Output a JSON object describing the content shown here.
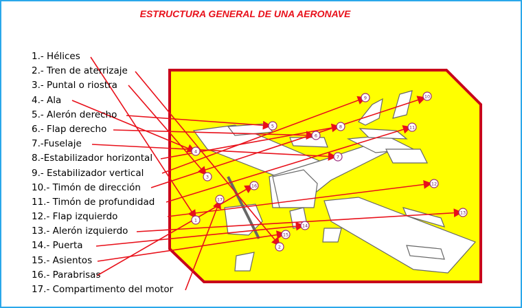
{
  "title": "ESTRUCTURA GENERAL DE UNA AERONAVE",
  "colors": {
    "panel": "#ffff00",
    "panel_border": "#c8001a",
    "arrows": "#e8101a",
    "frame": "#2aa7ea"
  },
  "parts": [
    {
      "num": "1",
      "label": "1.- Hélices"
    },
    {
      "num": "2",
      "label": "2.- Tren de aterrizaje"
    },
    {
      "num": "3",
      "label": "3.- Puntal o riostra"
    },
    {
      "num": "4",
      "label": "4.- Ala"
    },
    {
      "num": "5",
      "label": "5.- Alerón derecho"
    },
    {
      "num": "6",
      "label": "6.- Flap derecho"
    },
    {
      "num": "7",
      "label": "7.-Fuselaje"
    },
    {
      "num": "8",
      "label": "8.-Estabilizador horizontal"
    },
    {
      "num": "9",
      "label": "9.- Estabilizador vertical"
    },
    {
      "num": "10",
      "label": "10.- Timón de dirección"
    },
    {
      "num": "11",
      "label": "11.- Timón de profundidad"
    },
    {
      "num": "12",
      "label": "12.- Flap izquierdo"
    },
    {
      "num": "13",
      "label": "13.- Alerón izquierdo"
    },
    {
      "num": "14",
      "label": "14.- Puerta"
    },
    {
      "num": "15",
      "label": "15.- Asientos"
    },
    {
      "num": "16",
      "label": "16.- Parabrisas"
    },
    {
      "num": "17",
      "label": "17.- Compartimento del motor"
    }
  ]
}
